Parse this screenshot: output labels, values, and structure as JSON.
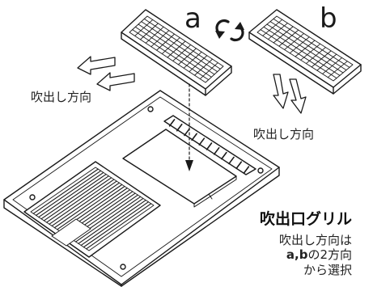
{
  "labels": {
    "grille_a": "a",
    "grille_b": "b",
    "direction_upper": "吹出し方向",
    "direction_right": "吹出し方向"
  },
  "description": {
    "title": "吹出口グリル",
    "line1": "吹出し方向は",
    "line2_a": "a",
    "line2_sep": ",",
    "line2_b": "b",
    "line2_rest": "の2方向",
    "line3": "から選択"
  },
  "colors": {
    "line": "#1a1a1a",
    "background": "#ffffff"
  },
  "icons": [
    "rotate-arrows-icon",
    "arrow-left-icon",
    "arrow-down-icon"
  ]
}
